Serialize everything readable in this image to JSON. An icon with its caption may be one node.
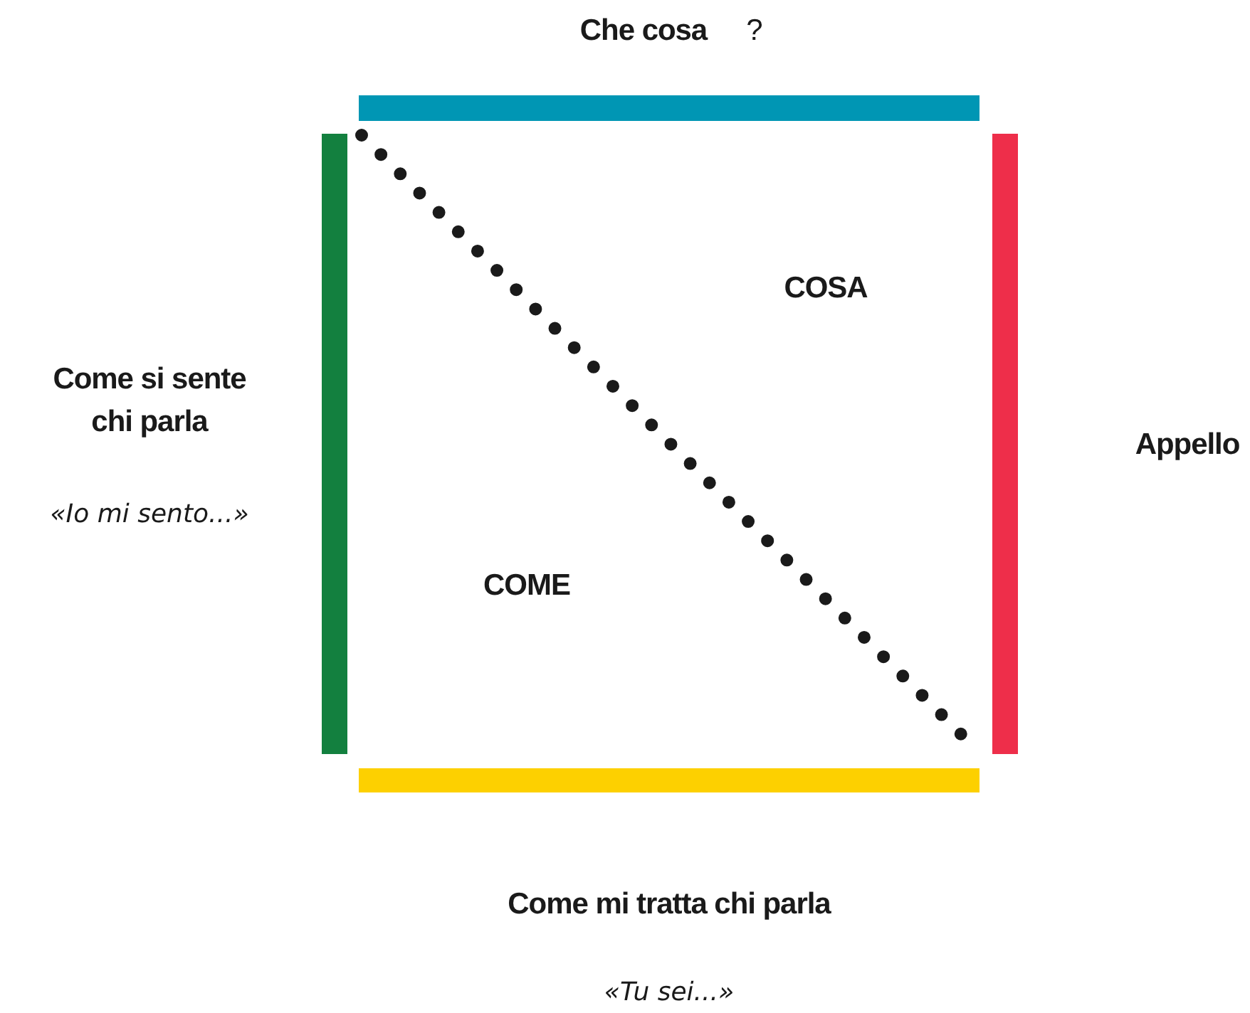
{
  "diagram": {
    "nodes": [
      {
        "text": [],
        "shape": "bar",
        "beside": [
          "Che cosa",
          "?"
        ]
      },
      {
        "text": [],
        "shape": "bar",
        "beside": [
          "Come si sente chi parla",
          "«Io mi sento...»"
        ]
      },
      {
        "text": [],
        "shape": "bar",
        "beside": [
          "Appello"
        ]
      },
      {
        "text": [],
        "shape": "bar",
        "beside": [
          "Come mi tratta chi parla",
          "«Tu sei...»"
        ]
      }
    ],
    "labels": [
      "COSA",
      "COME"
    ]
  }
}
